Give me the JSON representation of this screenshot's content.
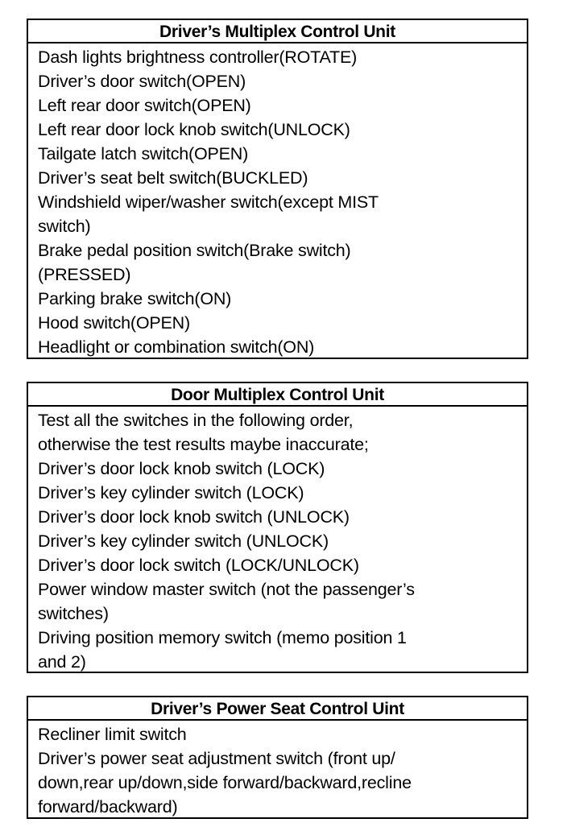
{
  "panels": [
    {
      "title": "Driver’s Multiplex Control Unit",
      "lines": [
        "Dash lights brightness controller(ROTATE)",
        "Driver’s door switch(OPEN)",
        "Left rear door switch(OPEN)",
        "Left rear door lock knob switch(UNLOCK)",
        "Tailgate latch switch(OPEN)",
        "Driver’s seat belt switch(BUCKLED)",
        "Windshield wiper/washer switch(except MIST",
        "switch)",
        "Brake pedal position switch(Brake switch)",
        "(PRESSED)",
        "Parking brake switch(ON)",
        "Hood switch(OPEN)",
        "Headlight or combination switch(ON)"
      ]
    },
    {
      "title": "Door Multiplex Control Unit",
      "lines": [
        "Test all the switches in the following order,",
        "otherwise the test results maybe inaccurate;",
        "Driver’s door lock knob switch (LOCK)",
        "Driver’s key cylinder switch (LOCK)",
        "Driver’s door lock knob switch (UNLOCK)",
        "Driver’s key cylinder switch (UNLOCK)",
        "Driver’s door lock switch (LOCK/UNLOCK)",
        "Power window master switch (not the passenger’s",
        "switches)",
        "Driving position memory switch (memo position 1",
        "and 2)"
      ]
    },
    {
      "title": "Driver’s Power Seat Control Uint",
      "lines": [
        "Recliner limit switch",
        "Driver’s power seat  adjustment switch (front up/",
        "down,rear up/down,side forward/backward,recline",
        "forward/backward)"
      ]
    }
  ]
}
